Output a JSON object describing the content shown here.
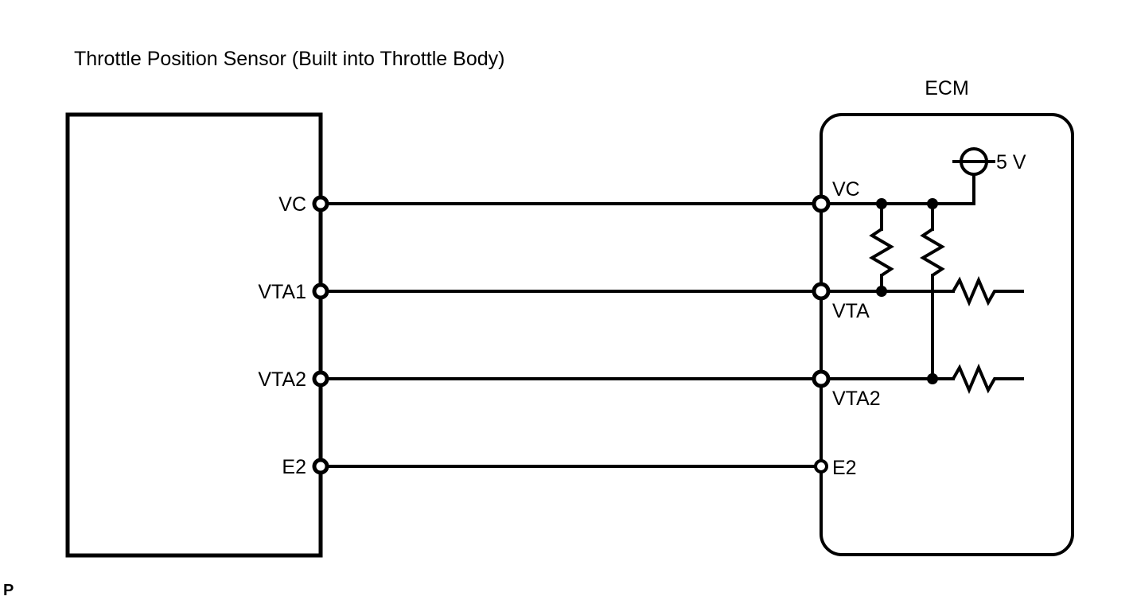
{
  "page": {
    "title": "Throttle Position Sensor (Built into Throttle Body)",
    "page_marker": "P",
    "background_color": "#ffffff",
    "line_color": "#000000"
  },
  "sensor_block": {
    "name": "Throttle Position Sensor (Built into Throttle Body)",
    "terminals": [
      {
        "label": "VC",
        "row": "vc"
      },
      {
        "label": "VTA1",
        "row": "vta1"
      },
      {
        "label": "VTA2",
        "row": "vta2"
      },
      {
        "label": "E2",
        "row": "e2"
      }
    ]
  },
  "ecm_block": {
    "label": "ECM",
    "terminals": [
      {
        "label": "VC",
        "row": "vc"
      },
      {
        "label": "VTA",
        "row": "vta1"
      },
      {
        "label": "VTA2",
        "row": "vta2"
      },
      {
        "label": "E2",
        "row": "e2"
      }
    ],
    "supply": {
      "label": "5 V",
      "symbol": "voltage-source-circle"
    },
    "components": [
      {
        "name": "pullup-resistor-vta",
        "symbol": "resistor-zigzag",
        "orientation": "vertical"
      },
      {
        "name": "pullup-resistor-vta2",
        "symbol": "resistor-zigzag",
        "orientation": "vertical"
      },
      {
        "name": "series-resistor-vta",
        "symbol": "resistor-zigzag",
        "orientation": "horizontal"
      },
      {
        "name": "series-resistor-vta2",
        "symbol": "resistor-zigzag",
        "orientation": "horizontal"
      }
    ]
  },
  "connections": [
    {
      "from": "sensor.VC",
      "to": "ecm.VC"
    },
    {
      "from": "sensor.VTA1",
      "to": "ecm.VTA"
    },
    {
      "from": "sensor.VTA2",
      "to": "ecm.VTA2"
    },
    {
      "from": "sensor.E2",
      "to": "ecm.E2"
    }
  ]
}
